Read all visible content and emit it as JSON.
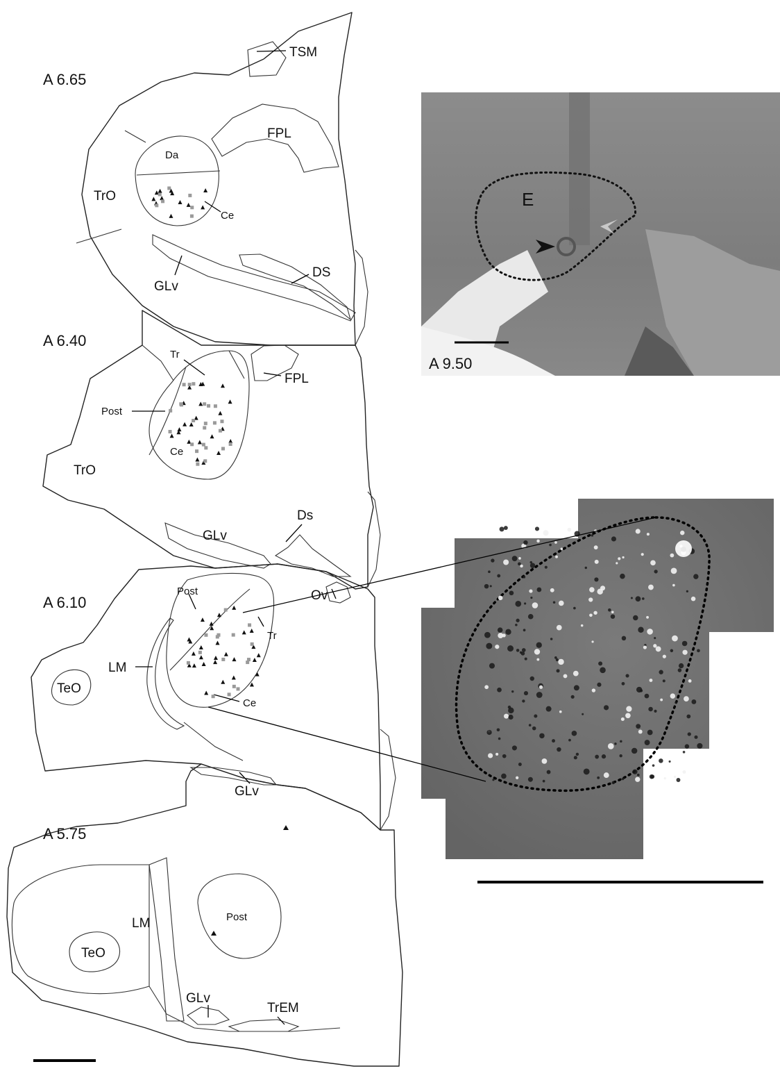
{
  "sections": [
    {
      "label": "A 6.65",
      "regions": [
        "TSM",
        "FPL",
        "Da",
        "TrO",
        "Ce",
        "GLv",
        "DS"
      ]
    },
    {
      "label": "A 6.40",
      "regions": [
        "Tr",
        "FPL",
        "Post",
        "Ce",
        "TrO",
        "Ds",
        "GLv"
      ]
    },
    {
      "label": "A 6.10",
      "regions": [
        "Post",
        "Ov",
        "Tr",
        "LM",
        "Ce",
        "TeO",
        "GLv"
      ]
    },
    {
      "label": "A 5.75",
      "regions": [
        "Post",
        "LM",
        "TeO",
        "GLv",
        "TrEM"
      ]
    }
  ],
  "micrograph_top": {
    "label": "A 9.50",
    "region": "E"
  },
  "colors": {
    "triangle_marker": "#111111",
    "square_marker": "#9a9a9a",
    "fluorescence_bg": "#6e6e6e",
    "histology_bg": "#8a8a8a"
  }
}
